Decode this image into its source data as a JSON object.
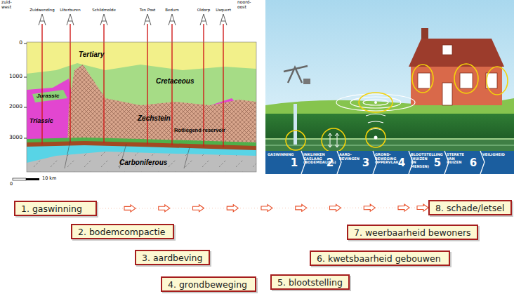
{
  "diagram": {
    "nodes": [
      {
        "text": [
          "1. gaswinning"
        ]
      },
      {
        "text": [
          "2. bodemcompactie"
        ]
      },
      {
        "text": [
          "3. aardbeving"
        ]
      },
      {
        "text": [
          "4. grondbeweging"
        ]
      },
      {
        "text": [
          "5. blootstelling"
        ]
      },
      {
        "text": [
          "6. kwetsbaarheid gebouwen"
        ]
      },
      {
        "text": [
          "7. weerbaarheid bewoners"
        ]
      },
      {
        "text": [
          "8. schade/letsel"
        ]
      }
    ],
    "edges": [
      {
        "from": 0,
        "to": 7,
        "arrow": "to"
      }
    ],
    "labels": [
      "zuid- west",
      "noord- oost",
      "Zuidwending",
      "Uiterburen",
      "Schildmolde",
      "Ten Post",
      "Bedum",
      "Oldorp",
      "Usquert",
      "0",
      "1000",
      "2000",
      "3000",
      "Tertiary",
      "Cretaceous",
      "Jurassic",
      "Triassic",
      "Zechstein",
      "Rotliegend reservoir",
      "Carboniferous",
      "0",
      "10 km",
      "GASWINNING",
      "1",
      "INKLINKEN GASLAAG (BODEMDALING)",
      "2",
      "AARD- BEVINGEN",
      "3",
      "GROND- BEWEGING OPPERVLAK",
      "4",
      "BLOOTSTELLING (HUIZEN EN MENSEN)",
      "5",
      "STERKTE VAN HUIZEN",
      "6",
      "VEILIGHEID"
    ]
  }
}
